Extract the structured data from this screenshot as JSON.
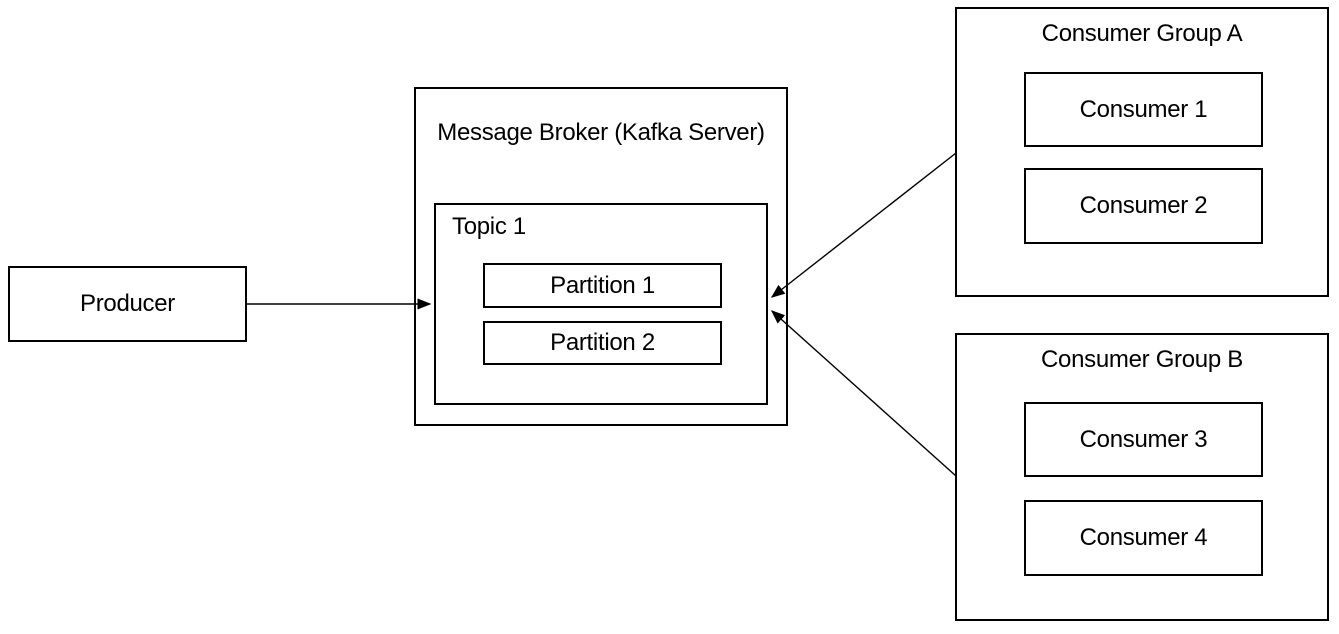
{
  "diagram": {
    "producer": {
      "label": "Producer"
    },
    "broker": {
      "title": "Message Broker (Kafka Server)",
      "topic": {
        "title": "Topic 1",
        "partitions": [
          {
            "label": "Partition 1"
          },
          {
            "label": "Partition 2"
          }
        ]
      }
    },
    "consumer_groups": [
      {
        "title": "Consumer Group A",
        "consumers": [
          {
            "label": "Consumer 1"
          },
          {
            "label": "Consumer 2"
          }
        ]
      },
      {
        "title": "Consumer Group B",
        "consumers": [
          {
            "label": "Consumer 3"
          },
          {
            "label": "Consumer 4"
          }
        ]
      }
    ],
    "edges": [
      {
        "from": "Producer",
        "to": "Topic 1",
        "direction": "right"
      },
      {
        "from": "Consumer Group A",
        "to": "Topic 1",
        "direction": "left"
      },
      {
        "from": "Consumer Group B",
        "to": "Topic 1",
        "direction": "left"
      }
    ],
    "colors": {
      "stroke": "#000000",
      "background": "#ffffff",
      "text": "#000000"
    }
  }
}
